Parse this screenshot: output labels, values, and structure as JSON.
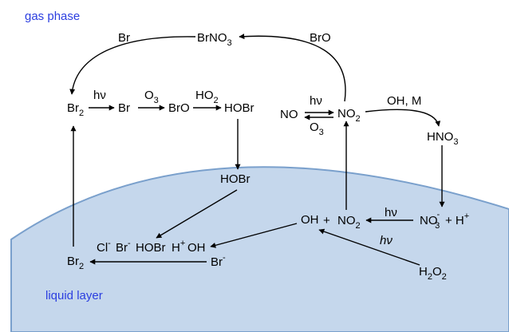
{
  "zones": {
    "gas_phase": "gas phase",
    "liquid_layer": "liquid layer"
  },
  "species": {
    "br2_top": {
      "base": "Br",
      "sub": "2"
    },
    "br_1": "Br",
    "bro_1": "BrO",
    "hobr_1": "HOBr",
    "brno3": {
      "base": "BrNO",
      "sub": "3"
    },
    "no": "NO",
    "no2_top": {
      "base": "NO",
      "sub": "2"
    },
    "hno3": {
      "base": "HNO",
      "sub": "3"
    },
    "hobr_2": "HOBr",
    "oh": "OH",
    "plus_1": "+",
    "no2_mid": {
      "base": "NO",
      "sub": "2"
    },
    "no3_minus": {
      "base": "NO",
      "sub": "3",
      "sup": "-"
    },
    "plus_h": "+ H",
    "h_sup": "+",
    "cl_minus": {
      "base": "Cl",
      "sup": "-"
    },
    "br_minus_1": {
      "base": "Br",
      "sup": "-"
    },
    "hobr_3": "HOBr",
    "h_plus": {
      "base": "H",
      "sup": "+"
    },
    "oh_liq": "OH",
    "br_minus_2": {
      "base": "Br",
      "sup": "-"
    },
    "br2_bottom": {
      "base": "Br",
      "sub": "2"
    },
    "h2o2": {
      "base": "H",
      "sub": "2",
      "base2": "O",
      "sub2": "2"
    }
  },
  "reagents": {
    "hv_1": "hν",
    "o3_1": {
      "base": "O",
      "sub": "3"
    },
    "ho2": {
      "base": "HO",
      "sub": "2"
    },
    "br_react": "Br",
    "bro_react": "BrO",
    "hv_2": "hν",
    "o3_2": {
      "base": "O",
      "sub": "3"
    },
    "oh_m": "OH, M",
    "hv_3": "hν",
    "hv_4": "hν"
  },
  "colors": {
    "zone_text": "#2b3ee0",
    "liquid_fill": "#c5d7ec",
    "liquid_stroke": "#7aa0cc",
    "arrow": "#000000"
  }
}
